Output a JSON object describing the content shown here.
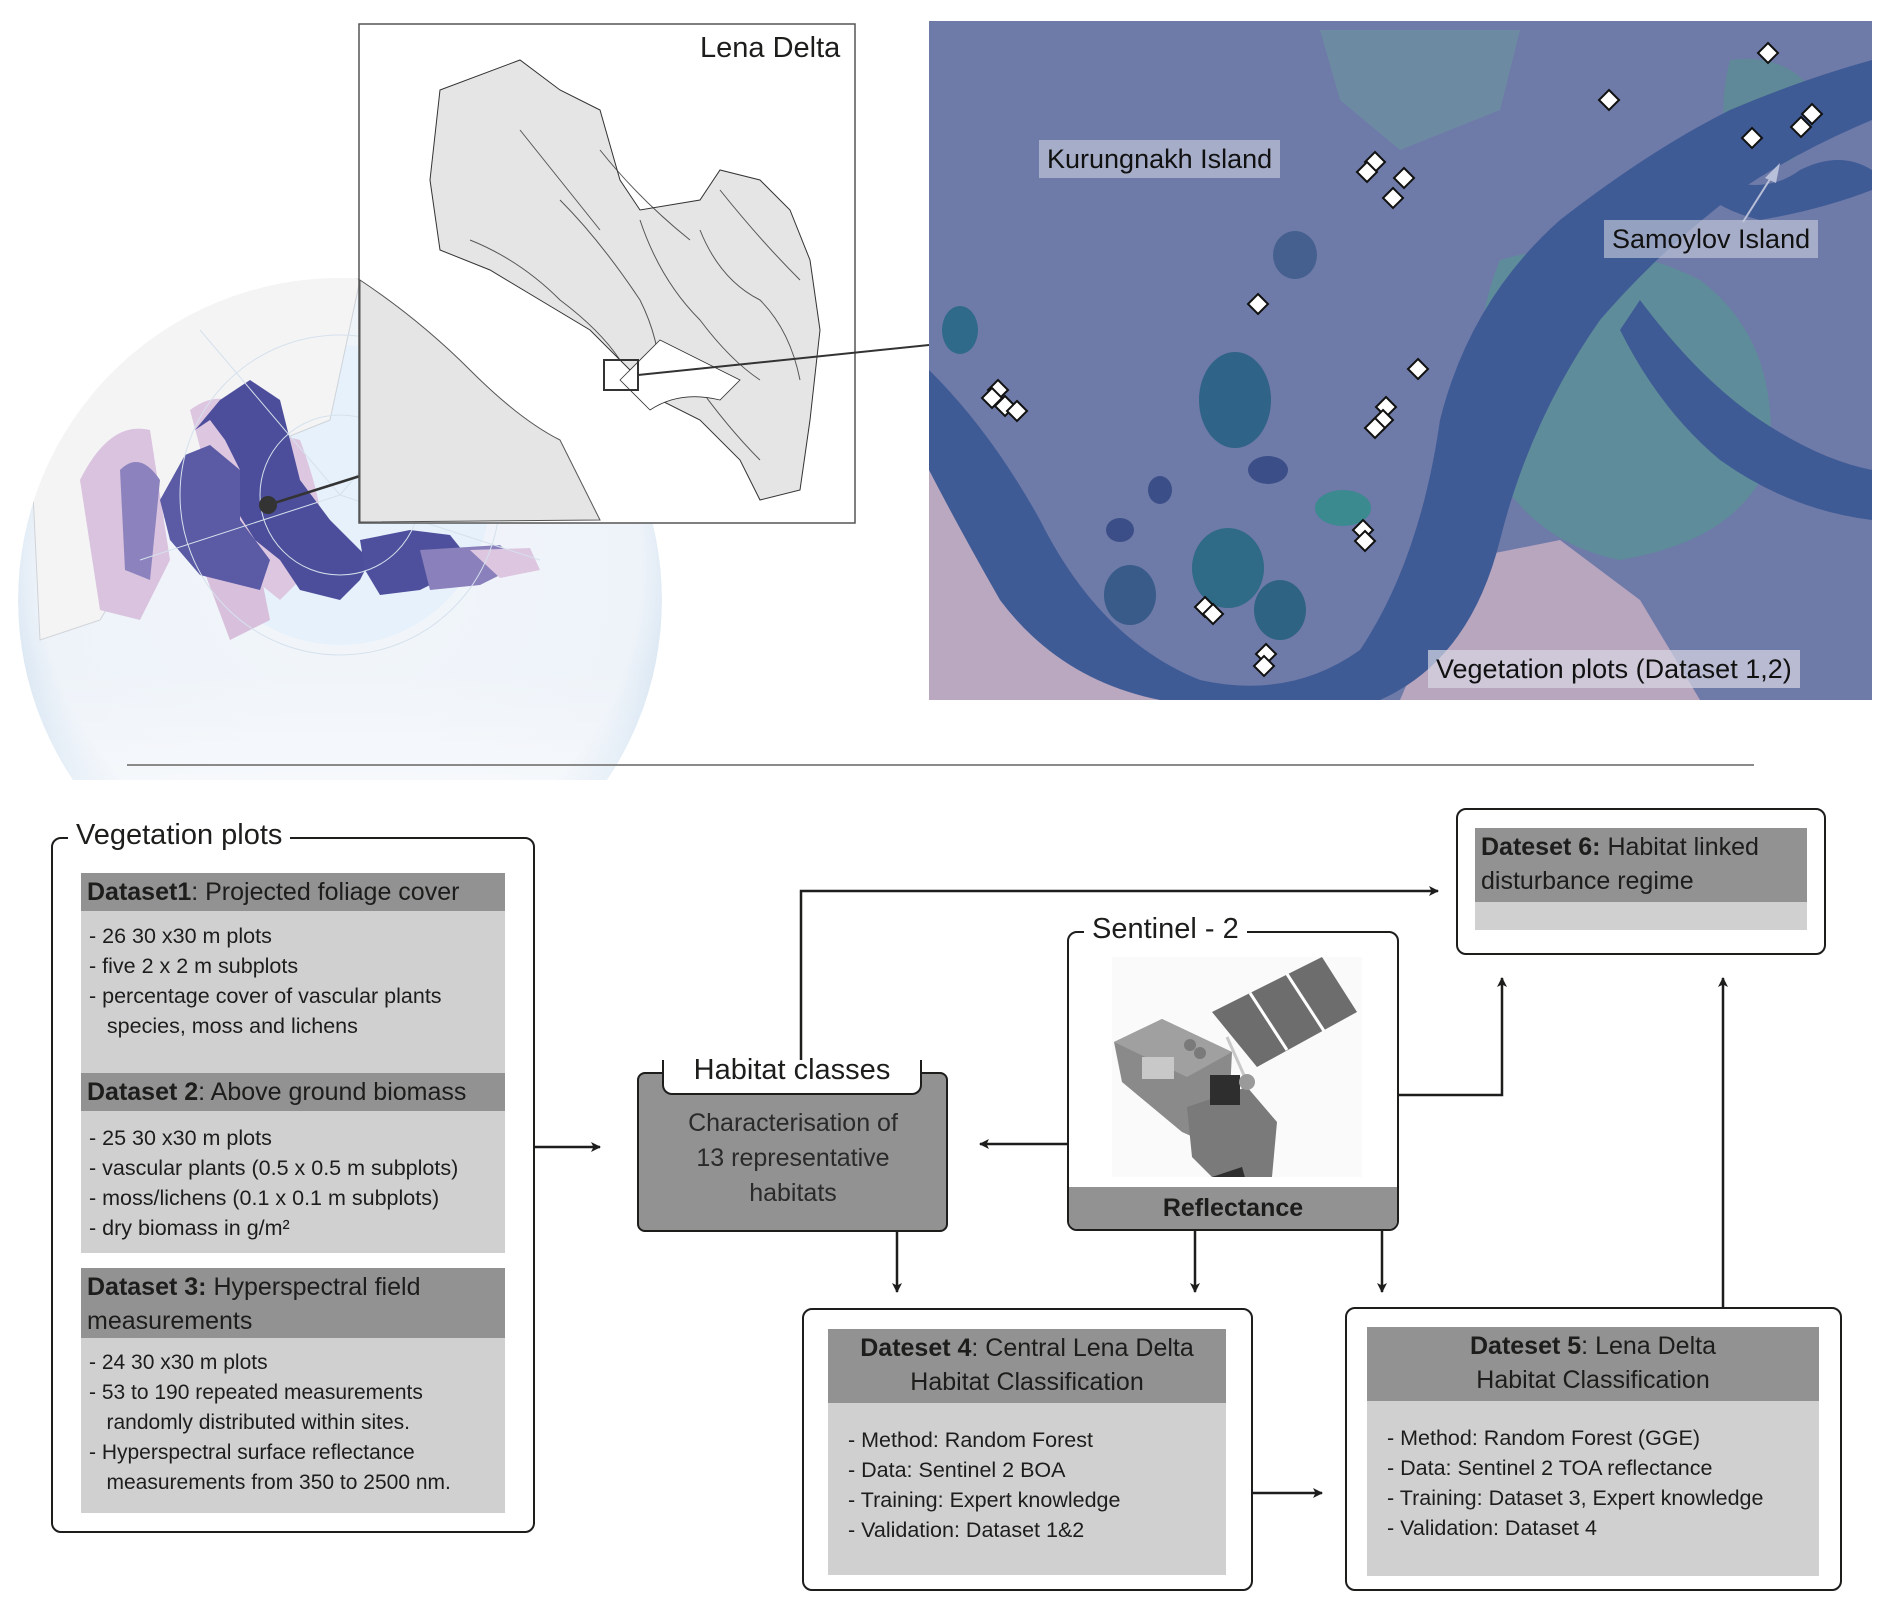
{
  "maps": {
    "inset_title": "Lena Delta",
    "satellite_labels": {
      "kurungnakh": "Kurungnakh Island",
      "samoylov": "Samoylov Island",
      "plots": "Vegetation plots (Dataset 1,2)"
    },
    "colors": {
      "permafrost_dark": "#4c4d9a",
      "permafrost_mid": "#8a7fba",
      "permafrost_light": "#d6bcdc",
      "ocean": "#e6f0fa",
      "inset_land": "#e5e5e6",
      "river": "#3e5a94",
      "tundra": "#6a7aa8"
    }
  },
  "vegetation_plots": {
    "title": "Vegetation plots",
    "datasets": [
      {
        "label": "Dataset1",
        "title": ": Projected foliage cover",
        "items": [
          "- 26 30 x30 m plots",
          "- five 2 x 2 m subplots",
          "- percentage cover of vascular plants",
          "   species, moss and lichens"
        ]
      },
      {
        "label": "Dataset 2",
        "title": ": Above ground biomass",
        "items": [
          "- 25 30 x30 m plots",
          "- vascular plants (0.5 x 0.5 m subplots)",
          "- moss/lichens (0.1 x 0.1 m subplots)",
          "- dry biomass in g/m²"
        ]
      },
      {
        "label": "Dataset 3:",
        "title": " Hyperspectral field measurements",
        "items": [
          "- 24 30 x30 m plots",
          "- 53 to 190 repeated measurements",
          "   randomly distributed within sites.",
          "- Hyperspectral surface reflectance",
          "   measurements from 350 to 2500 nm."
        ]
      }
    ]
  },
  "habitat": {
    "title": "Habitat classes",
    "body": [
      "Characterisation of",
      "13 representative",
      "habitats"
    ]
  },
  "sentinel": {
    "title": "Sentinel - 2",
    "footer": "Reflectance"
  },
  "dataset4": {
    "label": "Dateset 4",
    "title_line1": ": Central Lena Delta",
    "title_line2": "Habitat Classification",
    "items": [
      "- Method: Random Forest",
      "- Data: Sentinel 2 BOA",
      "- Training: Expert knowledge",
      "- Validation: Dataset 1&2"
    ]
  },
  "dataset5": {
    "label": "Dateset 5",
    "title_line1": ": Lena Delta",
    "title_line2": "Habitat Classification",
    "items": [
      "- Method: Random Forest (GGE)",
      "- Data: Sentinel 2 TOA reflectance",
      "- Training: Dataset 3, Expert knowledge",
      "- Validation: Dataset 4"
    ]
  },
  "dataset6": {
    "label": "Dateset 6:",
    "title_line1": " Habitat linked",
    "title_line2": "disturbance regime"
  },
  "colors": {
    "header_gray": "#929292",
    "body_gray": "#d1d0d1",
    "stroke": "#1d1d1b"
  }
}
